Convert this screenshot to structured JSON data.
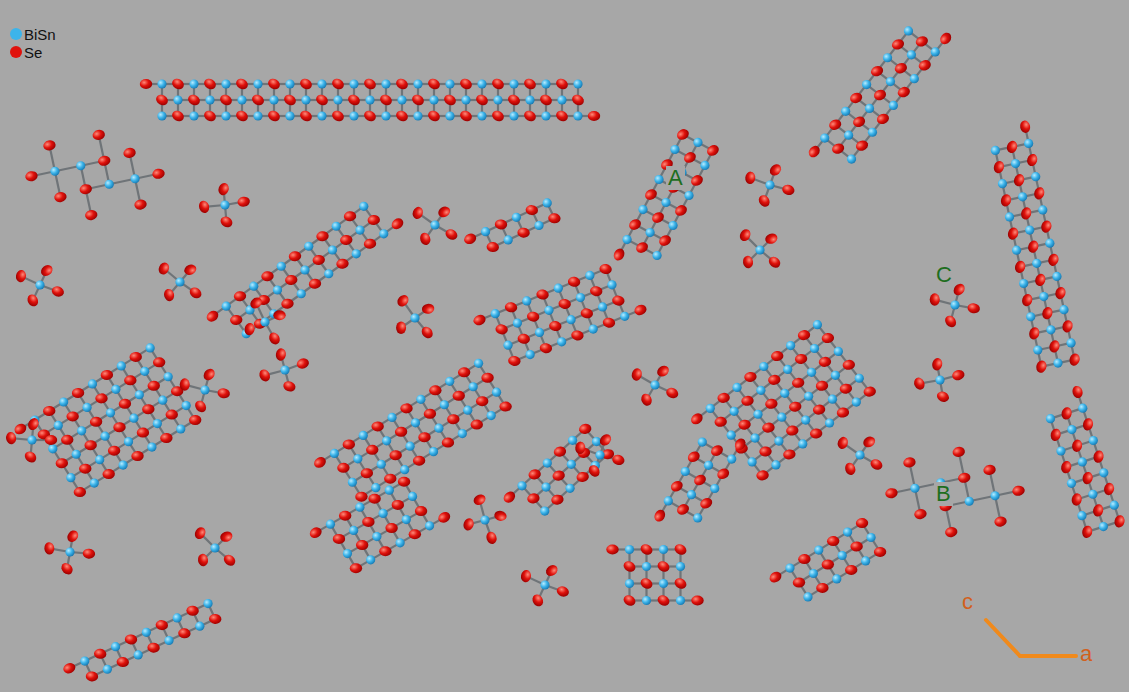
{
  "diagram": {
    "labels": [
      "A",
      "B",
      "C",
      "c",
      "a"
    ],
    "legend": [
      {
        "text": "BiSn",
        "color": "#3cb4ea"
      },
      {
        "text": "Se",
        "color": "#e0120c"
      }
    ]
  }
}
